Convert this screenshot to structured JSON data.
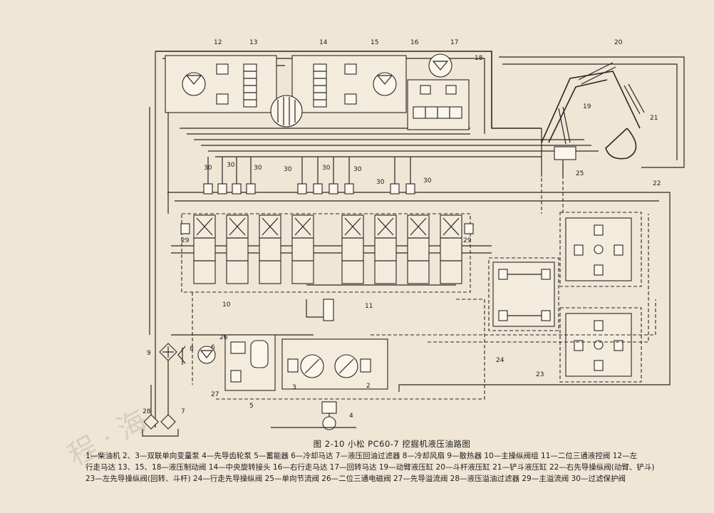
{
  "figure": {
    "title": "图 2-10    小松 PC60-7 挖掘机液压油路图"
  },
  "legend_lines": [
    "1—柴油机   2、3—双联单向变量泵   4—先导齿轮泵   5—蓄能器   6—冷却马达   7—液压回油过滤器   8—冷却风扇   9—散热器   10—主操纵阀组   11—二位三通液控阀   12—左",
    "行走马达   13、15、18—液压制动阀   14—中央旋转接头   16—右行走马达   17—回转马达   19—动臂液压缸   20—斗杆液压缸   21—铲斗液压缸   22—右先导操纵阀(动臂、铲斗)",
    "23—左先导操纵阀(回转、斗杆)   24—行走先导操纵阀   25—单向节流阀   26—二位三通电磁阀   27—先导溢流阀   28—液压溢油过滤器   29—主溢流阀   30—过滤保护阀"
  ],
  "callouts": {
    "c12": "12",
    "c13": "13",
    "c14": "14",
    "c15": "15",
    "c16": "16",
    "c17": "17",
    "c18": "18",
    "c20": "20",
    "c19": "19",
    "c21": "21",
    "c25": "25",
    "c22": "22",
    "c30a": "30",
    "c30b": "30",
    "c30c": "30",
    "c30d": "30",
    "c30e": "30",
    "c30f": "30",
    "c30g": "30",
    "c30h": "30",
    "c29a": "29",
    "c29b": "29",
    "c10": "10",
    "c11": "11",
    "c24": "24",
    "c23": "23",
    "c26": "26",
    "c9": "9",
    "c8": "8",
    "c6": "6",
    "c27": "27",
    "c5": "5",
    "c3": "3",
    "c2": "2",
    "c4": "4",
    "c28": "28",
    "c7": "7"
  },
  "watermark": "程 · 海"
}
